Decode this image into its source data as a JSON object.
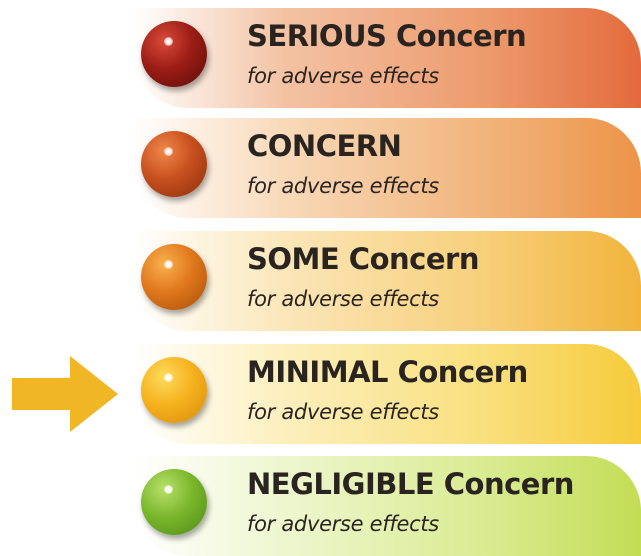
{
  "levels": [
    {
      "title": "SERIOUS Concern",
      "subtitle": "for adverse effects",
      "ball_color": "#9c1d16",
      "banner_color": "#e46a3c"
    },
    {
      "title": "CONCERN",
      "subtitle": "for adverse effects",
      "ball_color": "#c8501f",
      "banner_color": "#ec9448"
    },
    {
      "title": "SOME Concern",
      "subtitle": "for adverse effects",
      "ball_color": "#e0781c",
      "banner_color": "#f2b43c"
    },
    {
      "title": "MINIMAL Concern",
      "subtitle": "for adverse effects",
      "ball_color": "#f6b21e",
      "banner_color": "#f6cb3a"
    },
    {
      "title": "NEGLIGIBLE Concern",
      "subtitle": "for adverse effects",
      "ball_color": "#7bb72c",
      "banner_color": "#c3dd55"
    }
  ],
  "indicator": {
    "icon": "arrow-right-icon",
    "selected_level": "MINIMAL Concern",
    "color": "#f1b623"
  }
}
